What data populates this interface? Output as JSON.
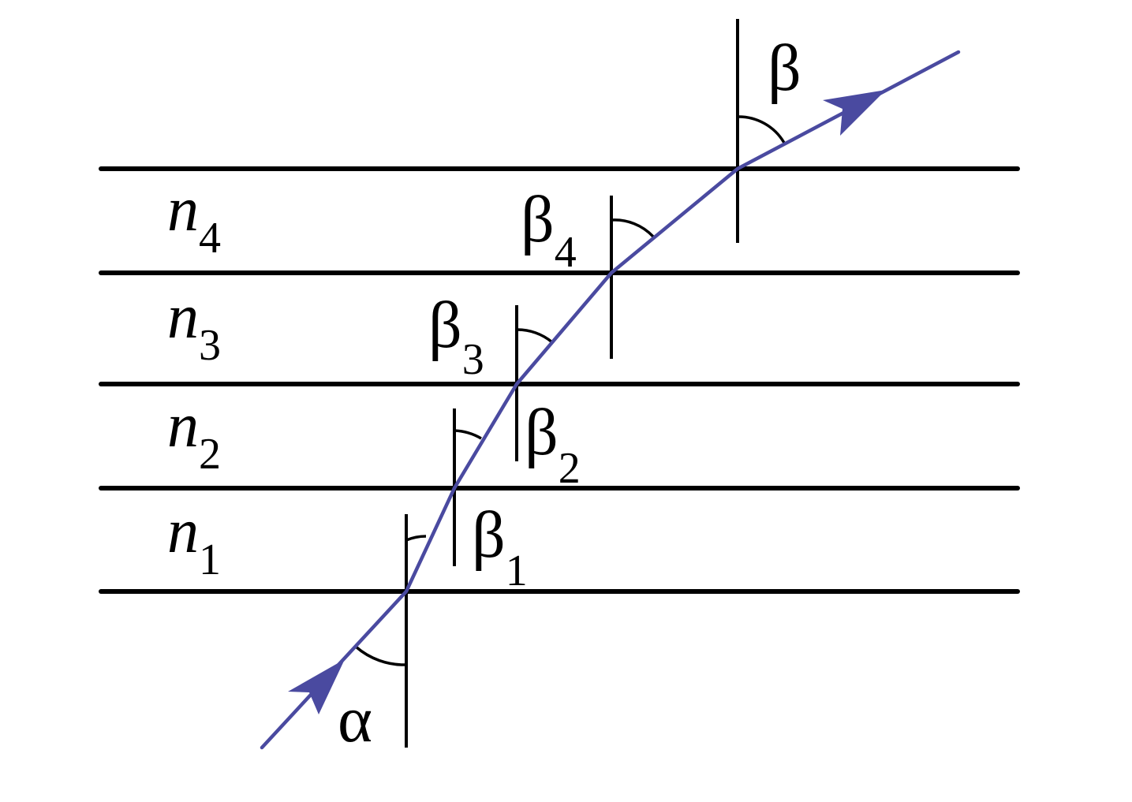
{
  "layers": [
    {
      "name": "n",
      "sub": "4"
    },
    {
      "name": "n",
      "sub": "3"
    },
    {
      "name": "n",
      "sub": "2"
    },
    {
      "name": "n",
      "sub": "1"
    }
  ],
  "angles": {
    "alpha": {
      "name": "α"
    },
    "beta1": {
      "name": "β",
      "sub": "1"
    },
    "beta2": {
      "name": "β",
      "sub": "2"
    },
    "beta3": {
      "name": "β",
      "sub": "3"
    },
    "beta4": {
      "name": "β",
      "sub": "4"
    },
    "beta": {
      "name": "β"
    }
  },
  "colors": {
    "ray": "#4a4aa0",
    "boundary": "#000000"
  }
}
